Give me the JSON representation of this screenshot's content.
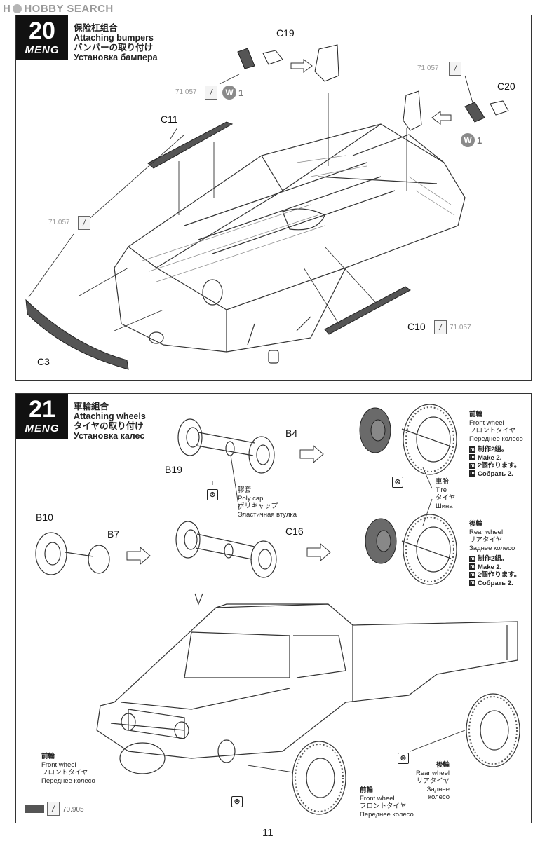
{
  "watermark": {
    "brand": "HOBBY SEARCH",
    "letter_o": "O"
  },
  "step20": {
    "number": "20",
    "brand": "MENG",
    "title_zh": "保险杠组合",
    "title_en": "Attaching bumpers",
    "title_ja": "バンパーの取り付け",
    "title_ru": "Установка бампера",
    "labels": {
      "c19": "C19",
      "c20": "C20",
      "c11": "C11",
      "c10": "C10",
      "c3": "C3"
    },
    "glue_code": "71.057",
    "w_label": "W",
    "w_count": "1"
  },
  "step21": {
    "number": "21",
    "brand": "MENG",
    "title_zh": "車輪組合",
    "title_en": "Attaching wheels",
    "title_ja": "タイヤの取り付け",
    "title_ru": "Установка калес",
    "labels": {
      "b4": "B4",
      "b19": "B19",
      "b10": "B10",
      "b7": "B7",
      "c16": "C16"
    },
    "poly_cap": {
      "zh": "膠套",
      "en": "Poly cap",
      "ja": "ポリキャップ",
      "ru": "Эластичная втулка"
    },
    "tire": {
      "zh": "車胎",
      "en": "Tire",
      "ja": "タイヤ",
      "ru": "Шина"
    },
    "front_wheel": {
      "zh": "前輪",
      "en": "Front wheel",
      "ja": "フロントタイヤ",
      "ru": "Переднее колесо"
    },
    "rear_wheel": {
      "zh": "後輪",
      "en": "Rear wheel",
      "ja": "リアタイヤ",
      "ru": "Заднее колесо"
    },
    "make2": {
      "zh": "制作2組。",
      "en": "Make 2.",
      "ja": "2個作ります。",
      "ru": "Собрать 2."
    },
    "paint_code": "70.905",
    "no_glue": "⊗"
  },
  "page_number": "11",
  "colors": {
    "badge": "#111111",
    "frame": "#333333",
    "dark_part": "#555555"
  }
}
